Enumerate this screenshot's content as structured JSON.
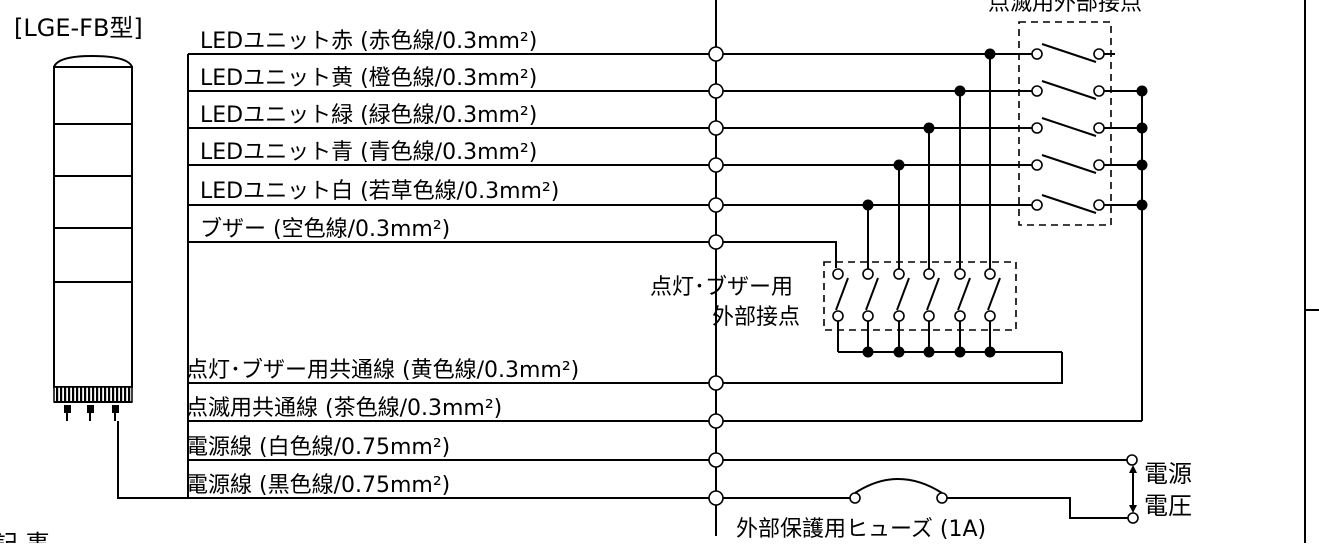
{
  "model_label": "[LGE-FB型]",
  "flash_contact_label": "点滅用外部接点",
  "light_buzzer_contact_label": [
    "点灯･ブザー用",
    "外部接点"
  ],
  "wires": [
    "LEDユニット赤 (赤色線/0.3mm²)",
    "LEDユニット黄 (橙色線/0.3mm²)",
    "LEDユニット緑 (緑色線/0.3mm²)",
    "LEDユニット青 (青色線/0.3mm²)",
    "LEDユニット白 (若草色線/0.3mm²)",
    "ブザー (空色線/0.3mm²)",
    "点灯･ブザー用共通線 (黄色線/0.3mm²)",
    "点滅用共通線 (茶色線/0.3mm²)",
    "電源線 (白色線/0.75mm²)",
    "電源線 (黒色線/0.75mm²)"
  ],
  "fuse_label": "外部保護用ヒューズ (1A)",
  "power_label": [
    "電源",
    "電圧"
  ],
  "cut_text": "記 事"
}
